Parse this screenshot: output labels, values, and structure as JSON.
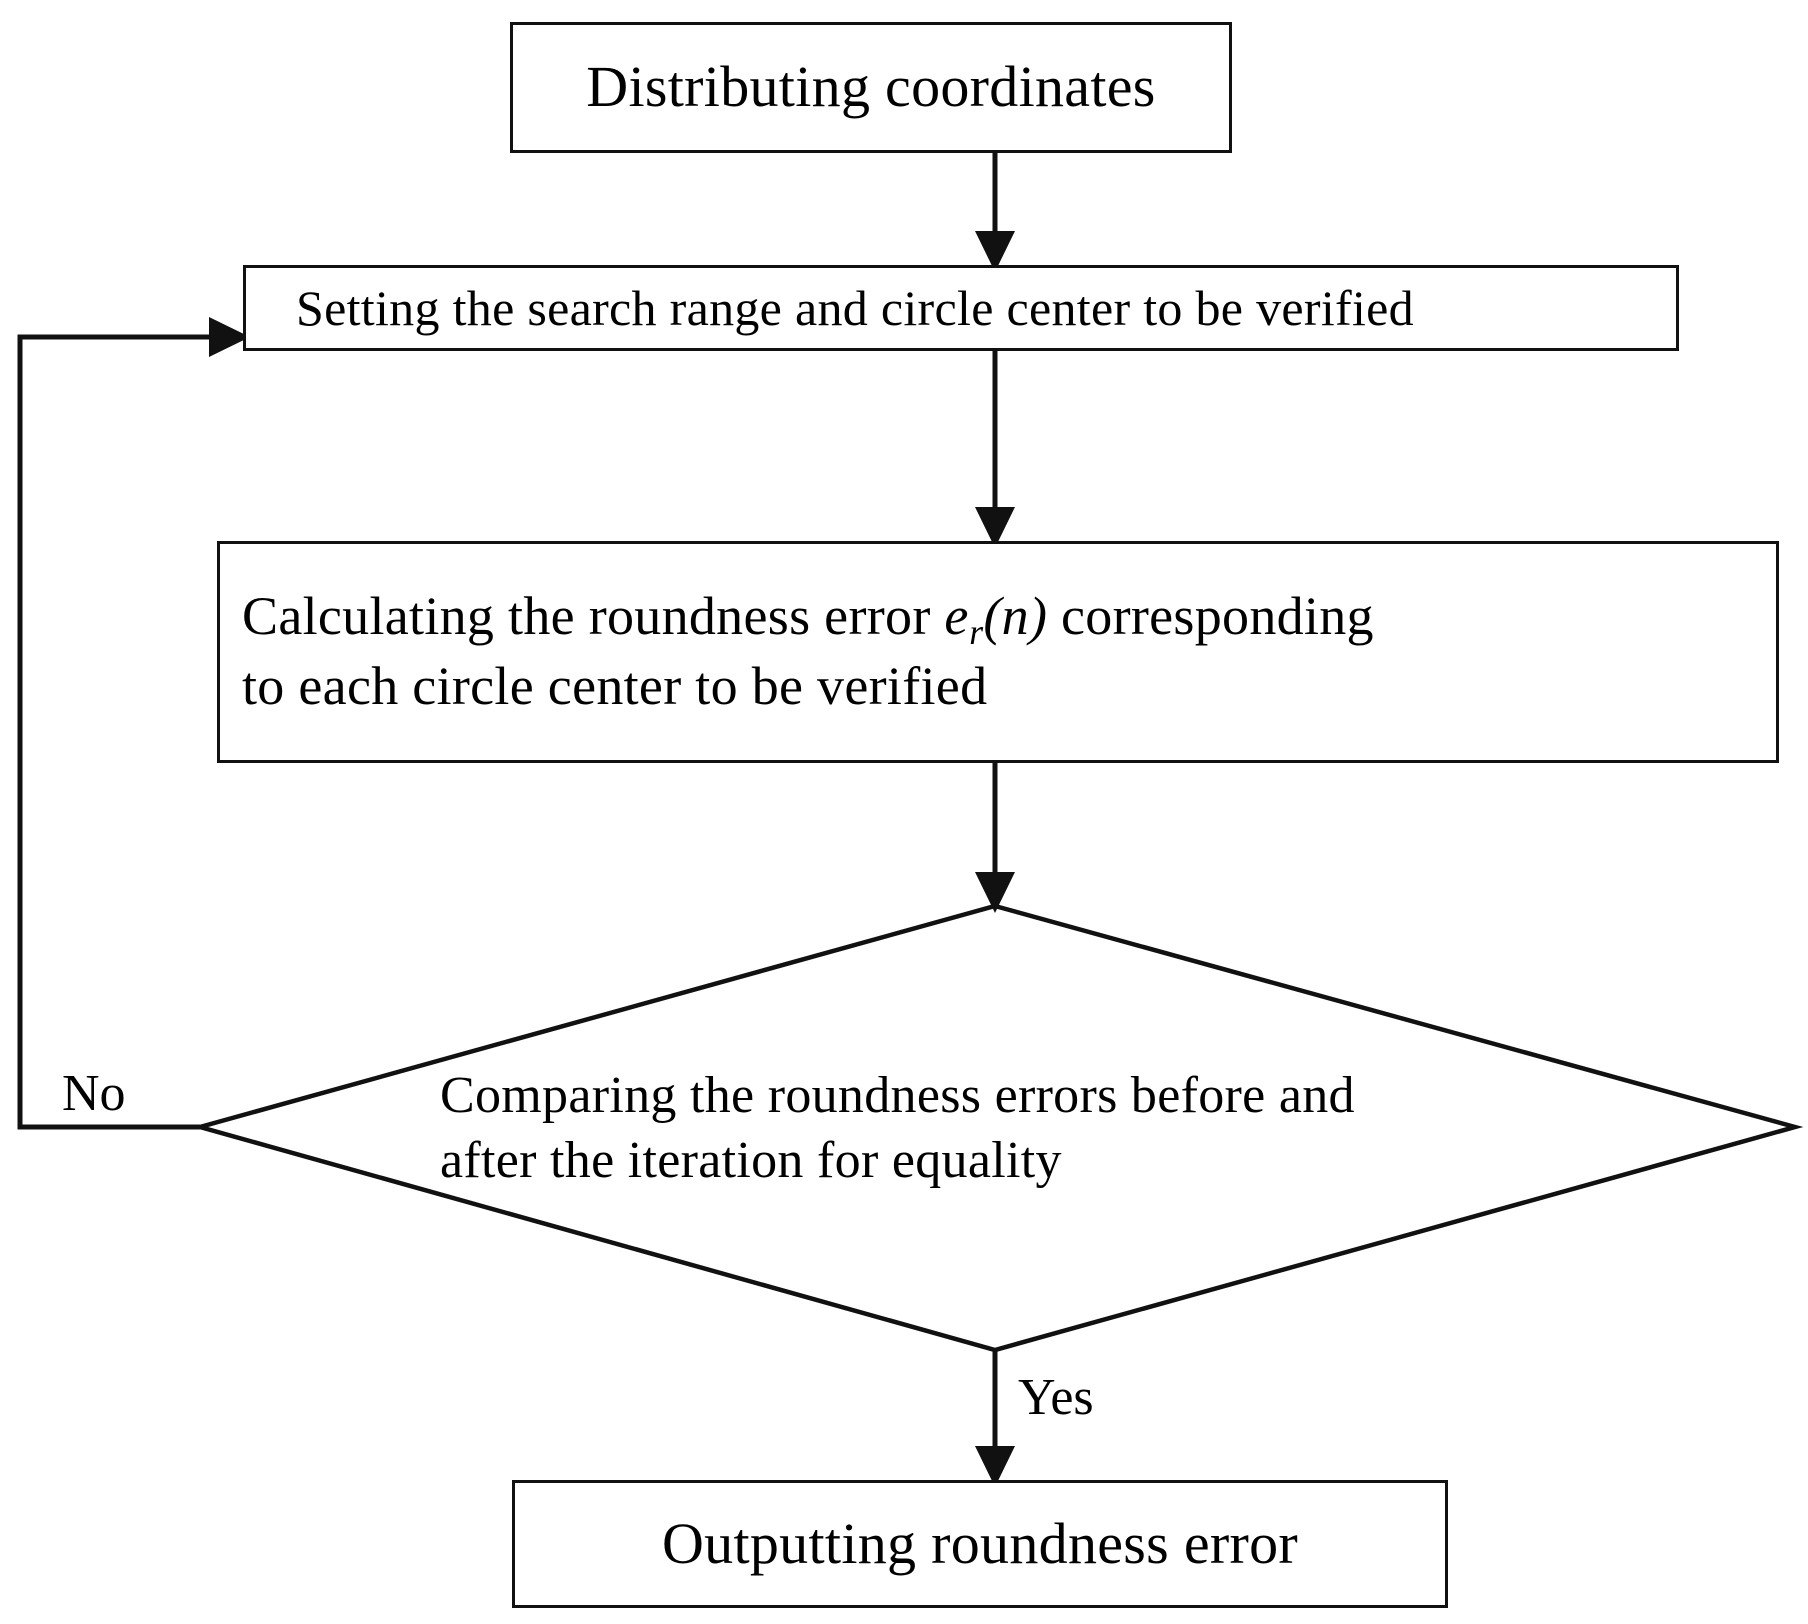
{
  "diagram": {
    "title": "Roundness error iterative search flowchart",
    "background_color": "#ffffff",
    "line_color": "#111111",
    "nodes": {
      "start": {
        "shape": "process",
        "label": "Distributing coordinates"
      },
      "setting": {
        "shape": "process",
        "label": "Setting the search range and circle center to be verified"
      },
      "calculate": {
        "shape": "process",
        "line1_before": "Calculating the roundness error ",
        "formula_var": "e",
        "formula_sub": "r",
        "formula_arg": "(n)",
        "line1_after": " corresponding",
        "line2": "to each circle center to be verified"
      },
      "decision": {
        "shape": "diamond",
        "line1": "Comparing the roundness errors before and",
        "line2": "after the iteration for equality"
      },
      "output": {
        "shape": "process",
        "label": "Outputting roundness error"
      }
    },
    "edges": {
      "no_label": "No",
      "yes_label": "Yes"
    }
  }
}
